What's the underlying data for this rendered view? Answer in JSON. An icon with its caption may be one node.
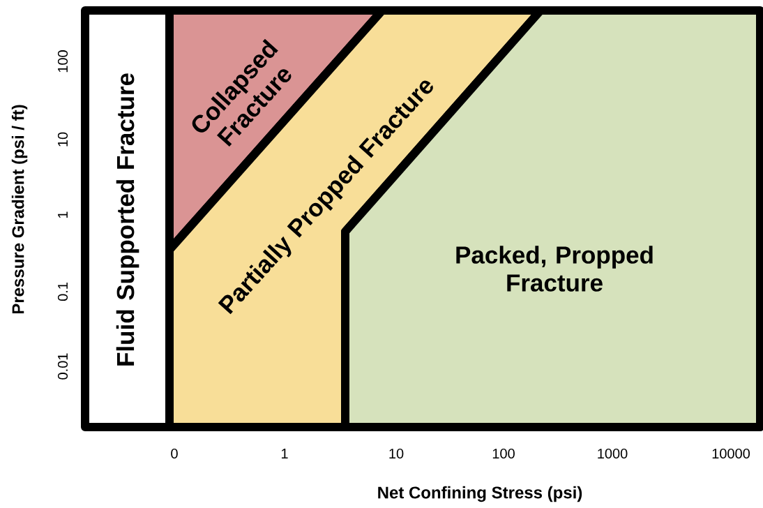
{
  "diagram": {
    "nodes": [
      {
        "text": [
          "Fluid Supported Fracture"
        ]
      },
      {
        "text": [
          "Collapsed Fracture"
        ]
      },
      {
        "text": [
          "Partially Propped Fracture"
        ]
      },
      {
        "text": [
          "Packed, Propped Fracture"
        ]
      }
    ],
    "labels": [
      "Pressure Gradient (psi / ft)",
      "100",
      "10",
      "1",
      "0.1",
      "0.01",
      "0",
      "1",
      "10",
      "100",
      "1000",
      "10000",
      "Net Confining Stress (psi)"
    ]
  }
}
